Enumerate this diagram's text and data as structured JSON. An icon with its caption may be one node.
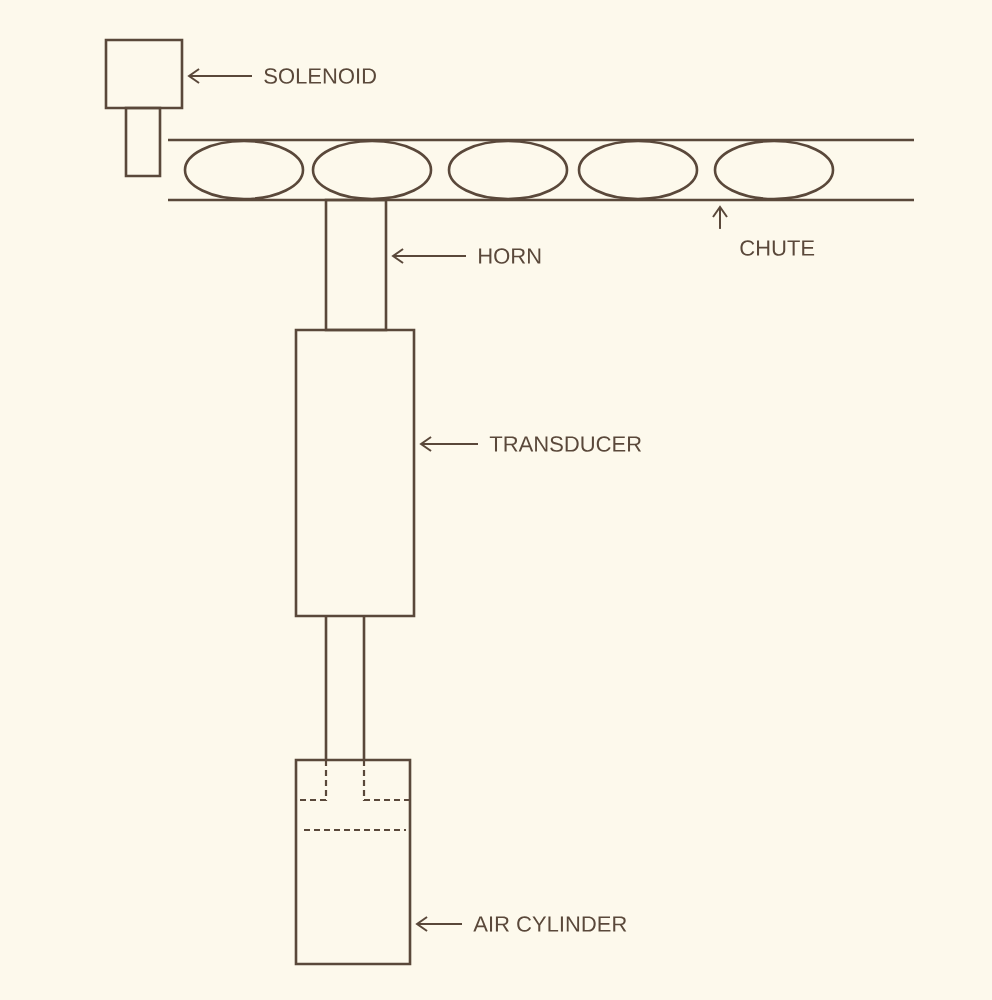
{
  "diagram": {
    "nodes": [
      {
        "text": [
          "SOLENOID"
        ]
      },
      {
        "text": [],
        "shape": "box"
      },
      {
        "text": [
          "HORN"
        ]
      },
      {
        "text": [],
        "shape": "box"
      },
      {
        "text": [
          "CHUTE"
        ]
      },
      {
        "text": [],
        "shape": "tube"
      },
      {
        "text": [
          "TRANSDUCER"
        ]
      },
      {
        "text": [],
        "shape": "box"
      },
      {
        "text": [
          "AIR CYLINDER"
        ]
      },
      {
        "text": [],
        "shape": "cylinder"
      }
    ],
    "edges": [
      {
        "from": 0,
        "to": 1,
        "arrow": "to"
      },
      {
        "from": 2,
        "to": 3,
        "arrow": "to"
      },
      {
        "from": 4,
        "to": 5,
        "arrow": "to"
      },
      {
        "from": 6,
        "to": 7,
        "arrow": "to"
      },
      {
        "from": 8,
        "to": 9,
        "arrow": "to"
      }
    ]
  }
}
